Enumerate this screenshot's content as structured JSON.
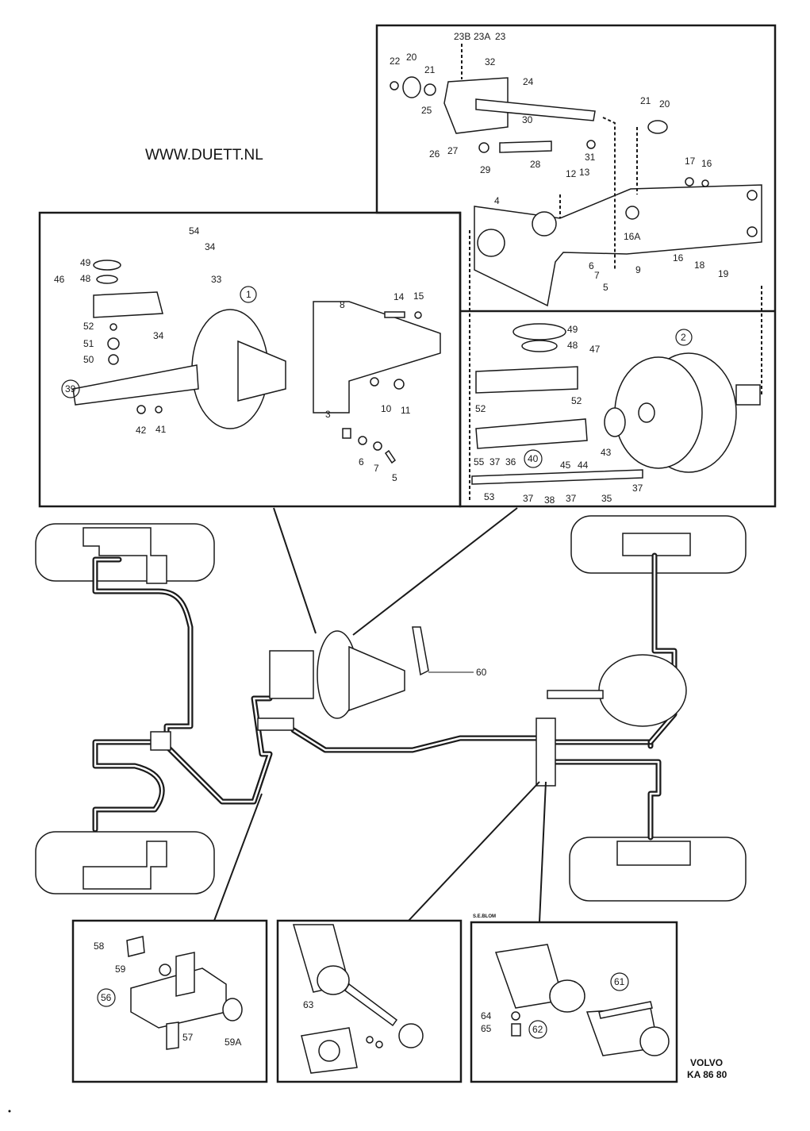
{
  "watermark": "WWW.DUETT.NL",
  "credit": "S.E.BLOM",
  "brand": {
    "name": "VOLVO",
    "code": "KA 86 80"
  },
  "panel_top_right": {
    "labels": [
      "23B",
      "23A",
      "23",
      "22",
      "20",
      "21",
      "32",
      "24",
      "25",
      "26",
      "27",
      "29",
      "28",
      "30",
      "31",
      "21",
      "20",
      "17",
      "16",
      "12",
      "13",
      "4",
      "16A",
      "9",
      "16",
      "18",
      "19",
      "6",
      "7",
      "5"
    ]
  },
  "panel_right_booster": {
    "labels": [
      "49",
      "48",
      "47",
      "52",
      "52",
      "43",
      "45",
      "44",
      "55",
      "37",
      "36",
      "53",
      "37",
      "38",
      "37",
      "35",
      "37"
    ],
    "circled": [
      "2",
      "40"
    ]
  },
  "panel_left_booster": {
    "labels": [
      "54",
      "34",
      "33",
      "49",
      "48",
      "46",
      "8",
      "14",
      "15",
      "52",
      "51",
      "50",
      "34",
      "42",
      "41",
      "3",
      "10",
      "11",
      "6",
      "7",
      "5"
    ],
    "circled": [
      "1",
      "39"
    ]
  },
  "overview": {
    "labels": [
      "60"
    ]
  },
  "panel_bottom_left": {
    "labels": [
      "58",
      "59",
      "57",
      "59A"
    ],
    "circled": [
      "56"
    ]
  },
  "panel_bottom_middle": {
    "labels": [
      "63"
    ]
  },
  "panel_bottom_right": {
    "labels": [
      "64",
      "65"
    ],
    "circled": [
      "61",
      "62"
    ]
  }
}
